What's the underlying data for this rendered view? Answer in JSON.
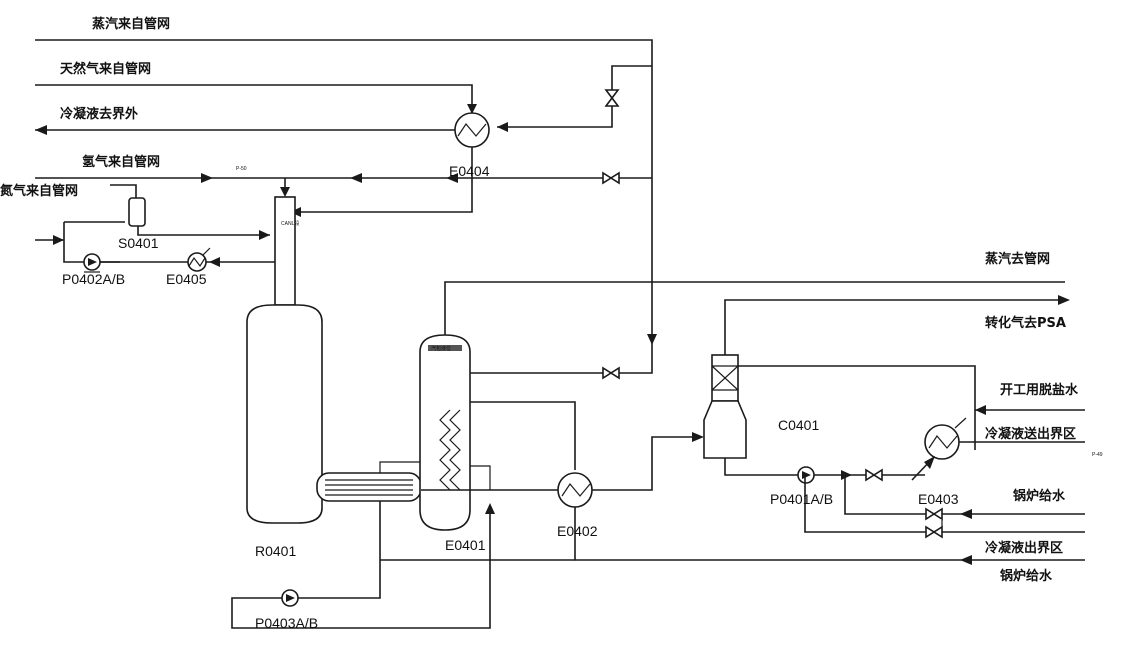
{
  "streams": {
    "steam_in": "蒸汽来自管网",
    "natural_gas_in": "天然气来自管网",
    "condensate_out": "冷凝液去界外",
    "hydrogen_in": "氢气来自管网",
    "nitrogen_in": "氮气来自管网",
    "steam_out": "蒸汽去管网",
    "shift_gas_out": "转化气去PSA",
    "demin_water_in": "开工用脱盐水",
    "condensate_to_boundary": "冷凝液送出界区",
    "boiler_feed_water_1": "锅炉给水",
    "condensate_exit_boundary": "冷凝液出界区",
    "boiler_feed_water_2": "锅炉给水"
  },
  "equipment": {
    "e0404": "E0404",
    "s0401": "S0401",
    "p0402": "P0402A/B",
    "e0405": "E0405",
    "r0401": "R0401",
    "e0401": "E0401",
    "e0402": "E0402",
    "c0401": "C0401",
    "p0401": "P0401A/B",
    "e0403": "E0403",
    "p0403": "P0403A/B"
  },
  "small_labels": {
    "line_hydrogen": "P-50",
    "canister": "CANL段",
    "line_condensate": "P-49",
    "drum_head": "汽包液位"
  }
}
